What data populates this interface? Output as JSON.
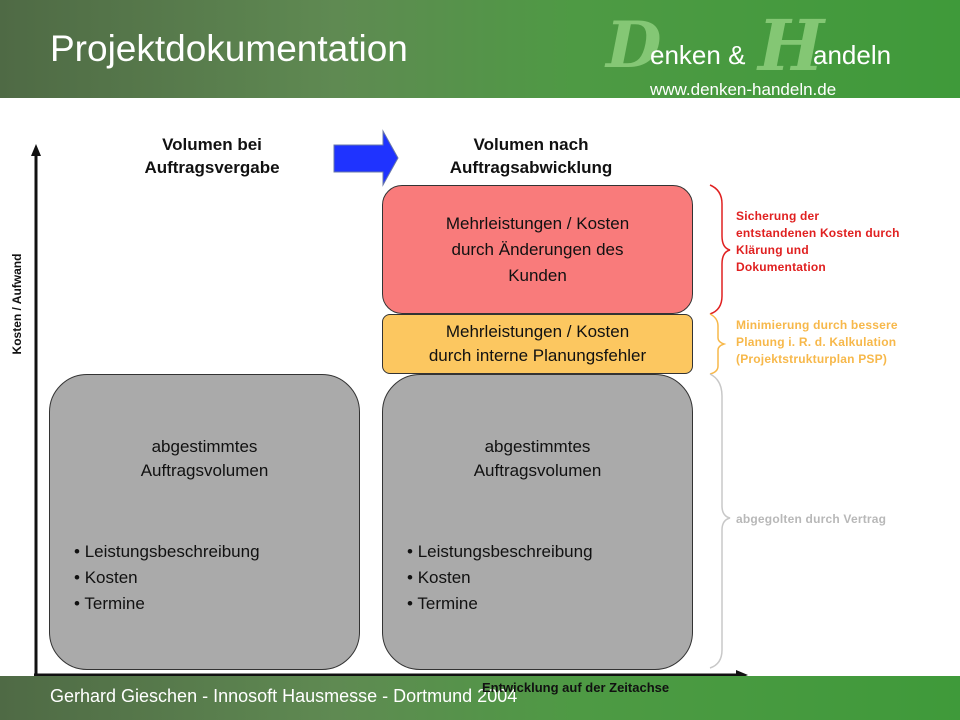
{
  "header": {
    "title": "Projektdokumentation",
    "logo": {
      "big_d": "D",
      "big_h": "H",
      "text_left": "enken &",
      "text_right": "andeln",
      "url": "www.denken-handeln.de"
    }
  },
  "footer": {
    "text": "Gerhard Gieschen - Innosoft Hausmesse - Dortmund 2004"
  },
  "axes": {
    "y_label": "Kosten / Aufwand",
    "x_label": "Entwicklung auf der Zeitachse"
  },
  "columns": {
    "left_head_1": "Volumen bei",
    "left_head_2": "Auftragsvergabe",
    "right_head_1": "Volumen nach",
    "right_head_2": "Auftragsabwicklung"
  },
  "boxes": {
    "base_title_1": "abgestimmtes",
    "base_title_2": "Auftragsvolumen",
    "bullets": [
      "Leistungsbeschreibung",
      "Kosten",
      "Termine"
    ],
    "planning_errors_1": "Mehrleistungen / Kosten",
    "planning_errors_2": "durch interne Planungsfehler",
    "changes_1": "Mehrleistungen / Kosten",
    "changes_2": "durch Änderungen des",
    "changes_3": "Kunden"
  },
  "notes": {
    "red": [
      "Sicherung der",
      "entstandenen Kosten durch",
      "Klärung und",
      "Dokumentation"
    ],
    "orange": [
      "Minimierung durch bessere",
      "Planung i. R. d. Kalkulation",
      "(Projektstrukturplan PSP)"
    ],
    "gray": "abgegolten durch Vertrag"
  },
  "colors": {
    "note_red": "#e02020",
    "note_orange": "#f7b84a",
    "note_gray": "#b8b8b8",
    "arrow_blue": "#1f33ff"
  }
}
